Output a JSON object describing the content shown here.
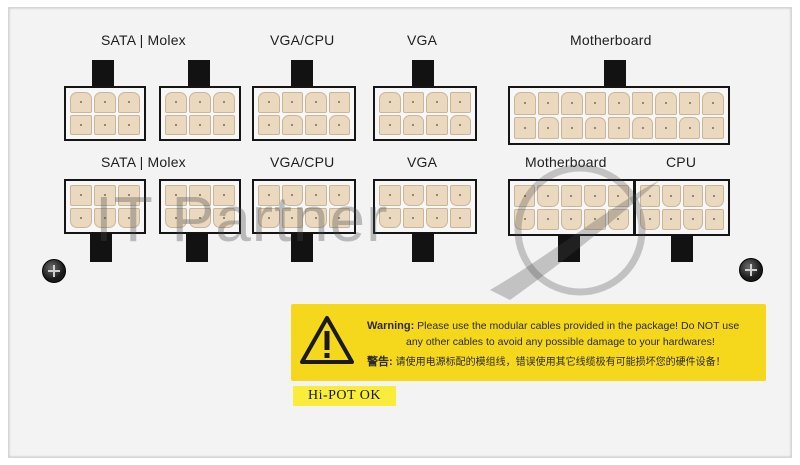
{
  "labels": {
    "top_sata_molex": "SATA | Molex",
    "top_vga_cpu": "VGA/CPU",
    "top_vga": "VGA",
    "top_motherboard": "Motherboard",
    "bottom_sata_molex": "SATA | Molex",
    "bottom_vga_cpu": "VGA/CPU",
    "bottom_vga": "VGA",
    "bottom_motherboard": "Motherboard",
    "bottom_cpu": "CPU"
  },
  "warning": {
    "title": "Warning:",
    "text_line1": "Please use the modular cables provided in the package! Do NOT use",
    "text_line2": "any other cables to avoid any possible damage to your hardwares!",
    "cn_title": "警告:",
    "cn_text": "请使用电源标配的模组线，错误使用其它线缆极有可能损坏您的硬件设备！"
  },
  "hipot": "Hi-POT OK",
  "watermark": "IT Partner",
  "colors": {
    "panel": "#f3f3f3",
    "warning_bg": "#f5d81c",
    "hipot_bg": "#f9ec3a",
    "pin": "#ead8bf",
    "connector_border": "#151515"
  }
}
